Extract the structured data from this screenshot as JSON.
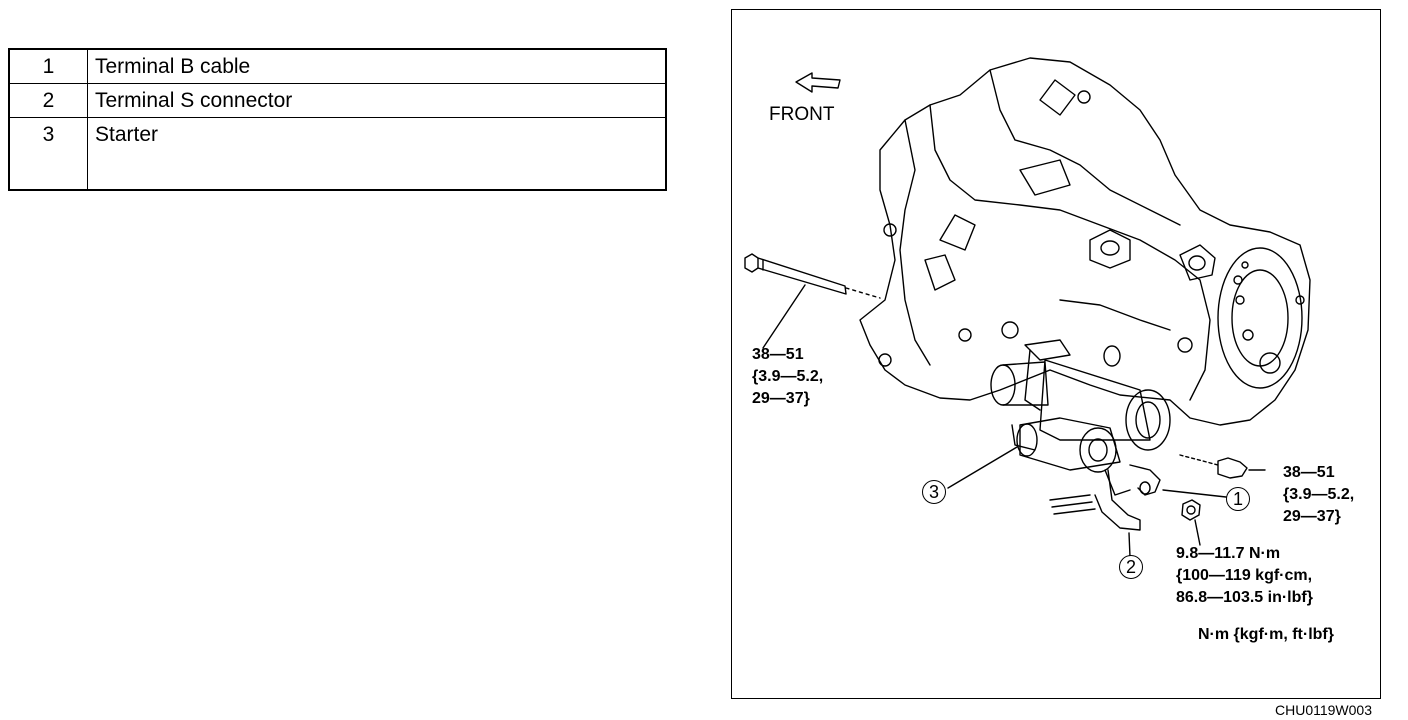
{
  "legend": [
    {
      "num": "1",
      "label": "Terminal B cable"
    },
    {
      "num": "2",
      "label": "Terminal S connector"
    },
    {
      "num": "3",
      "label": "Starter"
    }
  ],
  "figure": {
    "front_label": "FRONT",
    "torque_bolt_long": [
      "38—51",
      "{3.9—5.2,",
      "29—37}"
    ],
    "torque_bolt_right": [
      "38—51",
      "{3.9—5.2,",
      "29—37}"
    ],
    "torque_nut": [
      "9.8—11.7 N·m",
      "{100—119 kgf·cm,",
      "86.8—103.5 in·lbf}"
    ],
    "unit_note": "N·m {kgf·m, ft·lbf}",
    "callouts": [
      "1",
      "2",
      "3"
    ],
    "figure_code": "CHU0119W003"
  }
}
